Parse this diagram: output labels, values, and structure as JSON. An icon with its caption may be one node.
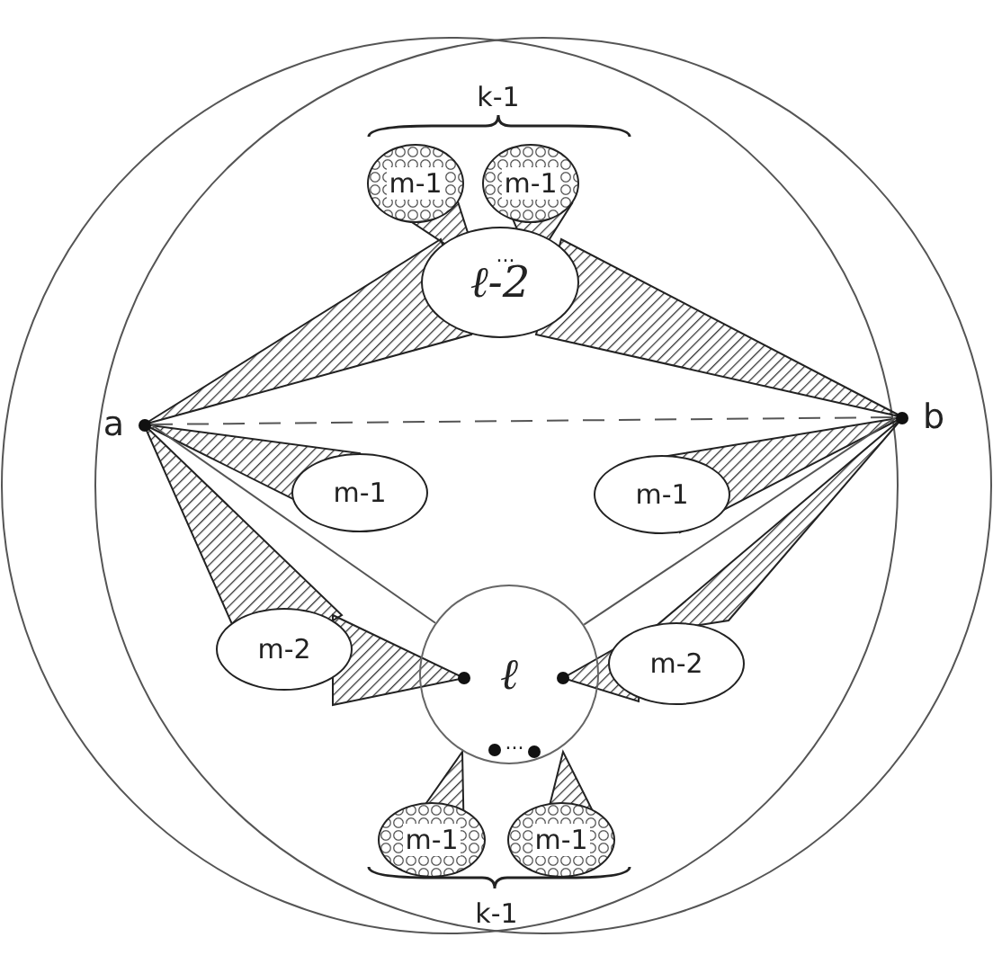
{
  "diagram": {
    "nodes": [
      {
        "text": [
          "a"
        ]
      },
      {
        "text": [
          "b"
        ]
      },
      {
        "text": [
          "m-1"
        ]
      },
      {
        "text": [
          "m-1"
        ]
      },
      {
        "text": [
          "ℓ-2"
        ]
      },
      {
        "text": [
          "m-1"
        ]
      },
      {
        "text": [
          "m-1"
        ]
      },
      {
        "text": [
          "m-2"
        ]
      },
      {
        "text": [
          "m-2"
        ]
      },
      {
        "text": [
          "ℓ"
        ]
      },
      {
        "text": [
          "m-1"
        ]
      },
      {
        "text": [
          "m-1"
        ]
      }
    ],
    "edges": [
      {
        "from": 0,
        "to": 1,
        "arrow": "none",
        "style": "dashed"
      },
      {
        "from": 0,
        "to": 9,
        "arrow": "none"
      },
      {
        "from": 1,
        "to": 9,
        "arrow": "none"
      }
    ],
    "labels": [
      "k-1",
      "...",
      "...",
      "k-1"
    ]
  }
}
